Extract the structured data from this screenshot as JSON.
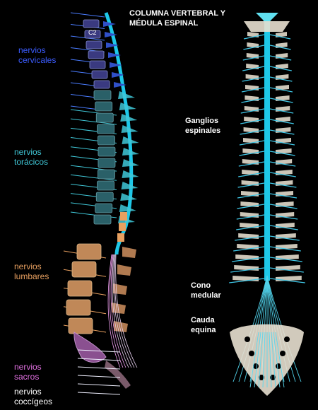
{
  "title": {
    "line1": "COLUMNA VERTEBRAL Y",
    "line2": "MÉDULA ESPINAL"
  },
  "regions": {
    "cervical": {
      "line1": "nervios",
      "line2": "cervicales",
      "color": "#3b5cff"
    },
    "thoracic": {
      "line1": "nervios",
      "line2": "torácicos",
      "color": "#40c8d8"
    },
    "lumbar": {
      "line1": "nervios",
      "line2": "lumbares",
      "color": "#e8a060"
    },
    "sacral": {
      "line1": "nervios",
      "line2": "sacros",
      "color": "#e070e0"
    },
    "coccygeal": {
      "line1": "nervios",
      "line2": "coccígeos",
      "color": "#ffffff"
    }
  },
  "vertebra_label": "C2",
  "rear_labels": {
    "ganglia": {
      "line1": "Ganglios",
      "line2": "espinales"
    },
    "conus": {
      "line1": "Cono",
      "line2": "medular"
    },
    "cauda": {
      "line1": "Cauda",
      "line2": "equina"
    }
  },
  "colors": {
    "cord": "#1ec8e8",
    "bone": "#e8e0d0",
    "cervical_vert": "#3a3a80",
    "thoracic_vert": "#2a6068",
    "lumbar_vert": "#c08858",
    "sacral_vert": "#8a5090"
  }
}
